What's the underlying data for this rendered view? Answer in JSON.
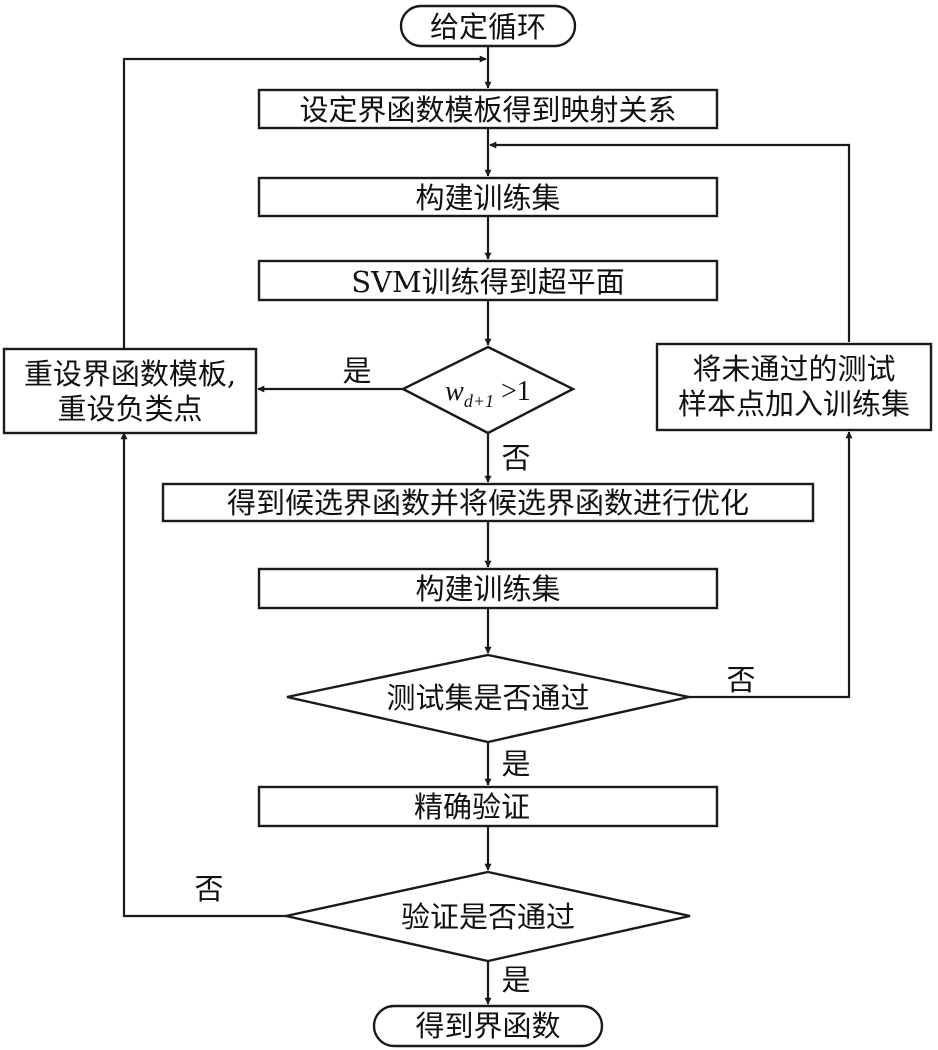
{
  "nodes": {
    "start": "给定循环",
    "set_template": "设定界函数模板得到映射关系",
    "build_train_1": "构建训练集",
    "svm_train": "SVM训练得到超平面",
    "cond_w": {
      "var": "w",
      "sub": "d+1",
      "rest": " >1"
    },
    "reset": {
      "line1": "重设界函数模板,",
      "line2": "重设负类点"
    },
    "get_candidate": "得到候选界函数并将候选界函数进行优化",
    "build_train_2": "构建训练集",
    "cond_test": "测试集是否通过",
    "add_failed": {
      "line1": "将未通过的测试",
      "line2": "样本点加入训练集"
    },
    "precise_verify": "精确验证",
    "cond_verify": "验证是否通过",
    "end": "得到界函数"
  },
  "edge_labels": {
    "w_yes": "是",
    "w_no": "否",
    "test_no": "否",
    "test_yes": "是",
    "verify_no": "否",
    "verify_yes": "是"
  }
}
